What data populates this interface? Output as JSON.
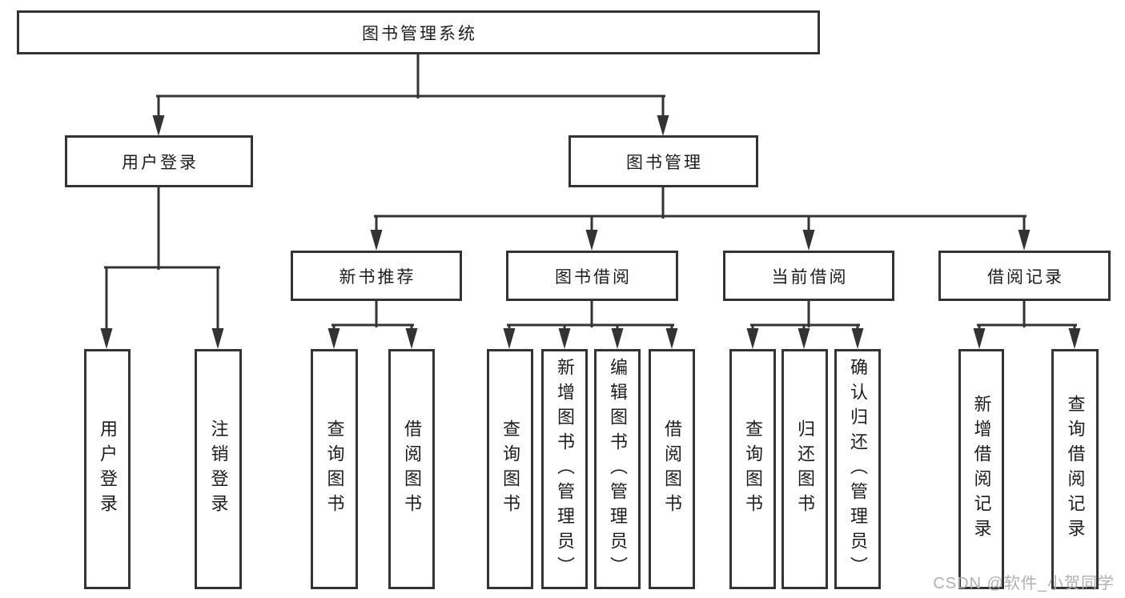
{
  "tree": {
    "label": "图书管理系统",
    "children": [
      {
        "label": "用户登录",
        "children": [
          {
            "label": "用户登录"
          },
          {
            "label": "注销登录"
          }
        ]
      },
      {
        "label": "图书管理",
        "children": [
          {
            "label": "新书推荐",
            "children": [
              {
                "label": "查询图书"
              },
              {
                "label": "借阅图书"
              }
            ]
          },
          {
            "label": "图书借阅",
            "children": [
              {
                "label": "查询图书"
              },
              {
                "label": "新增图书（管理员）"
              },
              {
                "label": "编辑图书（管理员）"
              },
              {
                "label": "借阅图书"
              }
            ]
          },
          {
            "label": "当前借阅",
            "children": [
              {
                "label": "查询图书"
              },
              {
                "label": "归还图书"
              },
              {
                "label": "确认归还（管理员）"
              }
            ]
          },
          {
            "label": "借阅记录",
            "children": [
              {
                "label": "新增借阅记录"
              },
              {
                "label": "查询借阅记录"
              }
            ]
          }
        ]
      }
    ]
  },
  "watermark": {
    "text": "CSDN @软件_小贺同学"
  },
  "colors": {
    "line": "#333333",
    "text": "#1d1d1d",
    "watermark": "#b0b0b0",
    "background": "#ffffff"
  }
}
